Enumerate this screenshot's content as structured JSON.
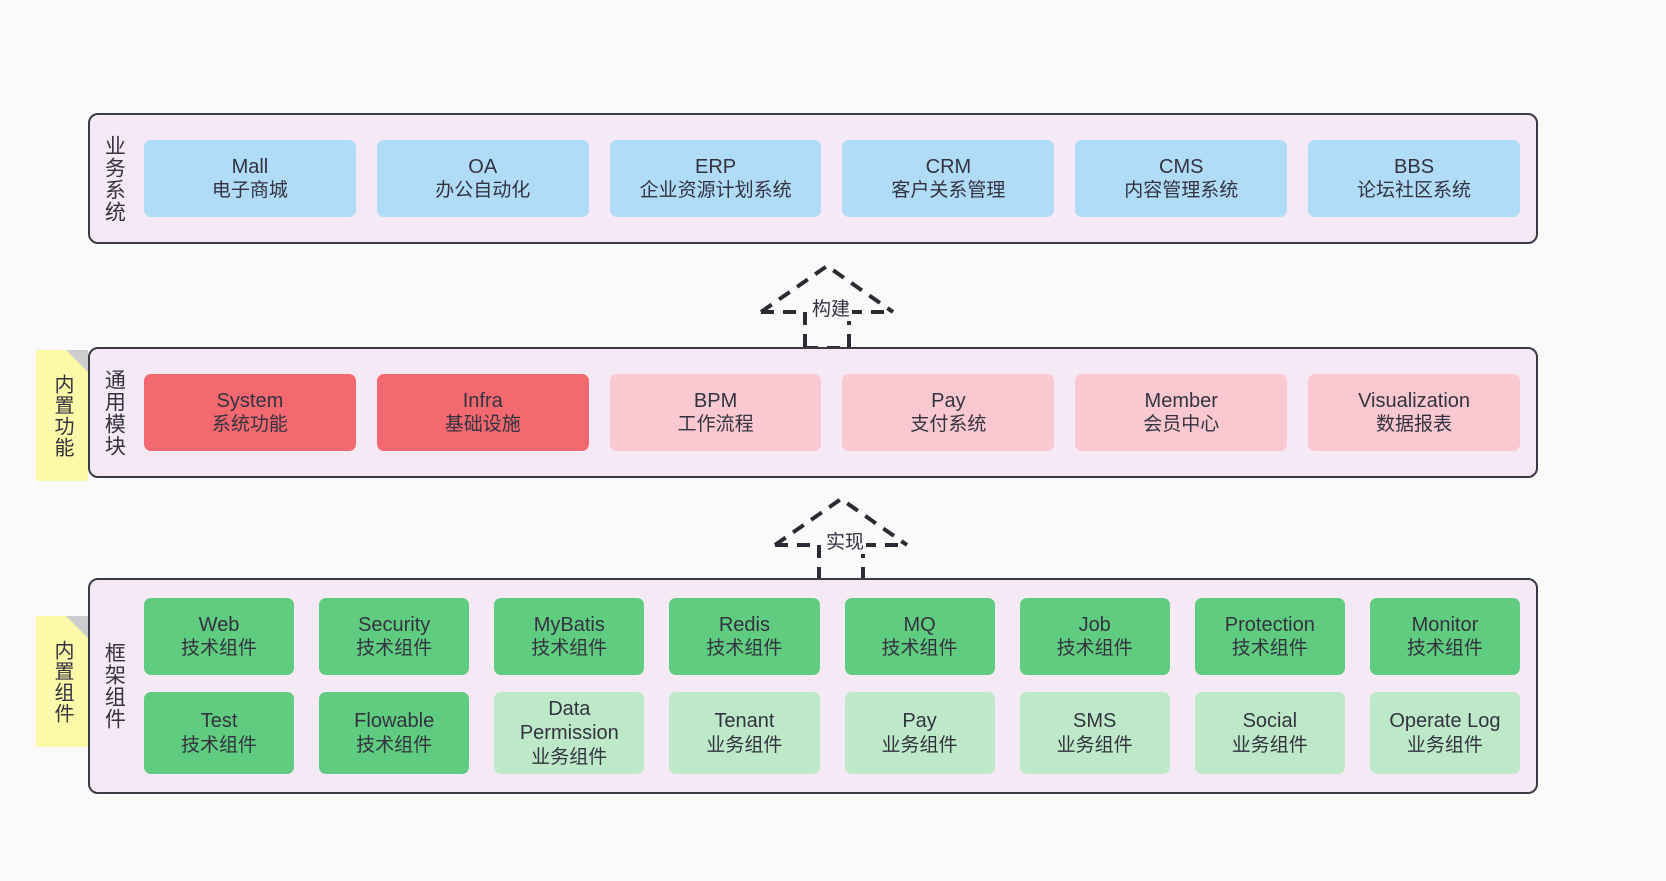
{
  "diagram": {
    "background": "#fafafa",
    "colors": {
      "panel_bg": "#f6e9f6",
      "panel_border": "#3b3b45",
      "business": "#b0dcf8",
      "module_strong": "#f4696f",
      "module_soft": "#fac8d0",
      "tech_component": "#5fcc7f",
      "biz_component": "#bde9c8",
      "note": "#fcfaa8",
      "note_fold": "#cdcdcd"
    }
  },
  "layers": {
    "business": {
      "title": "业务系统",
      "items": [
        {
          "name": "Mall",
          "desc": "电子商城"
        },
        {
          "name": "OA",
          "desc": "办公自动化"
        },
        {
          "name": "ERP",
          "desc": "企业资源计划系统"
        },
        {
          "name": "CRM",
          "desc": "客户关系管理"
        },
        {
          "name": "CMS",
          "desc": "内容管理系统"
        },
        {
          "name": "BBS",
          "desc": "论坛社区系统"
        }
      ]
    },
    "common": {
      "title": "通用模块",
      "note": "内置功能",
      "items": [
        {
          "name": "System",
          "desc": "系统功能",
          "style": "strong"
        },
        {
          "name": "Infra",
          "desc": "基础设施",
          "style": "strong"
        },
        {
          "name": "BPM",
          "desc": "工作流程",
          "style": "soft"
        },
        {
          "name": "Pay",
          "desc": "支付系统",
          "style": "soft"
        },
        {
          "name": "Member",
          "desc": "会员中心",
          "style": "soft"
        },
        {
          "name": "Visualization",
          "desc": "数据报表",
          "style": "soft"
        }
      ]
    },
    "framework": {
      "title": "框架组件",
      "note": "内置组件",
      "row1": [
        {
          "name": "Web",
          "desc": "技术组件"
        },
        {
          "name": "Security",
          "desc": "技术组件"
        },
        {
          "name": "MyBatis",
          "desc": "技术组件"
        },
        {
          "name": "Redis",
          "desc": "技术组件"
        },
        {
          "name": "MQ",
          "desc": "技术组件"
        },
        {
          "name": "Job",
          "desc": "技术组件"
        },
        {
          "name": "Protection",
          "desc": "技术组件"
        },
        {
          "name": "Monitor",
          "desc": "技术组件"
        }
      ],
      "row2": [
        {
          "name": "Test",
          "desc": "技术组件",
          "style": "tech"
        },
        {
          "name": "Flowable",
          "desc": "技术组件",
          "style": "tech"
        },
        {
          "name": "Data Permission",
          "desc": "业务组件",
          "style": "biz"
        },
        {
          "name": "Tenant",
          "desc": "业务组件",
          "style": "biz"
        },
        {
          "name": "Pay",
          "desc": "业务组件",
          "style": "biz"
        },
        {
          "name": "SMS",
          "desc": "业务组件",
          "style": "biz"
        },
        {
          "name": "Social",
          "desc": "业务组件",
          "style": "biz"
        },
        {
          "name": "Operate Log",
          "desc": "业务组件",
          "style": "biz"
        }
      ]
    }
  },
  "connectors": [
    {
      "label": "构建"
    },
    {
      "label": "实现"
    }
  ]
}
